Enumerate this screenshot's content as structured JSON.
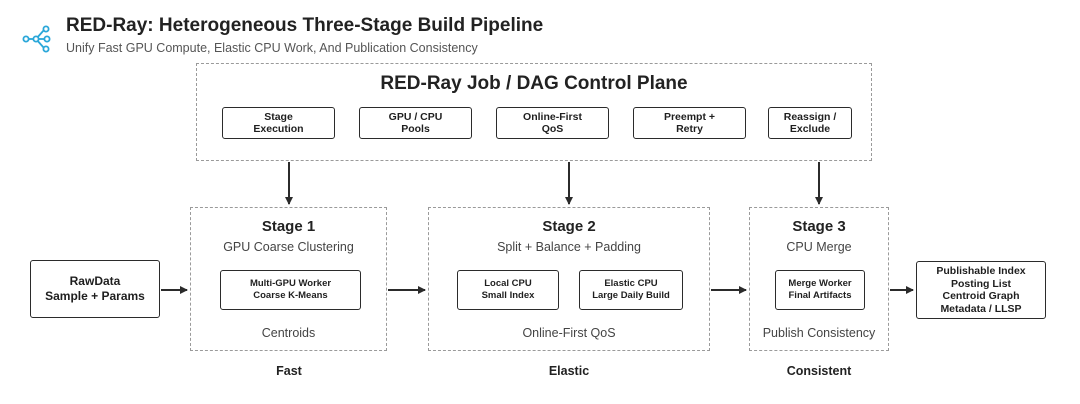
{
  "header": {
    "title": "RED-Ray: Heterogeneous Three-Stage Build Pipeline",
    "subtitle": "Unify Fast GPU Compute, Elastic CPU Work, And Publication Consistency",
    "logo_icon": "network-nodes-icon",
    "logo_color": "#2aa7d9"
  },
  "control_plane": {
    "title": "RED-Ray Job / DAG Control Plane",
    "items": [
      "Stage\nExecution",
      "GPU / CPU\nPools",
      "Online-First\nQoS",
      "Preempt +\nRetry",
      "Reassign /\nExclude"
    ]
  },
  "input": {
    "label": "RawData\nSample + Params"
  },
  "stages": [
    {
      "title": "Stage 1",
      "subtitle": "GPU Coarse Clustering",
      "workers": [
        "Multi-GPU Worker\nCoarse K-Means"
      ],
      "footer": "Centroids",
      "label": "Fast"
    },
    {
      "title": "Stage 2",
      "subtitle": "Split + Balance + Padding",
      "workers": [
        "Local CPU\nSmall Index",
        "Elastic CPU\nLarge Daily Build"
      ],
      "footer": "Online-First QoS",
      "label": "Elastic"
    },
    {
      "title": "Stage 3",
      "subtitle": "CPU Merge",
      "workers": [
        "Merge Worker\nFinal Artifacts"
      ],
      "footer": "Publish Consistency",
      "label": "Consistent"
    }
  ],
  "output": {
    "label": "Publishable Index\nPosting List\nCentroid Graph\nMetadata / LLSP"
  },
  "colors": {
    "border": "#2b2b2b",
    "dashed": "#9a9a9a",
    "accent": "#2aa7d9"
  }
}
